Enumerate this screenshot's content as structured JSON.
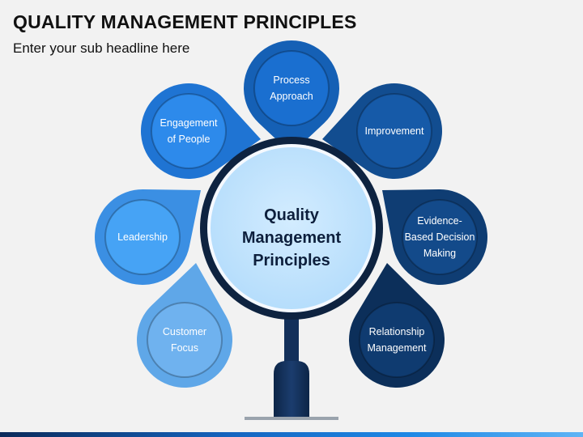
{
  "header": {
    "title": "QUALITY MANAGEMENT PRINCIPLES",
    "subtitle": "Enter your sub headline here"
  },
  "center": {
    "lines": [
      "Quality",
      "Management",
      "Principles"
    ]
  },
  "petals": [
    {
      "id": "customer-focus",
      "lines": [
        "Customer",
        "Focus"
      ],
      "color": "#5fa7e8",
      "inner": "#6fb2ef"
    },
    {
      "id": "leadership",
      "lines": [
        "Leadership"
      ],
      "color": "#3b8fe3",
      "inner": "#46a3f5"
    },
    {
      "id": "engagement-of-people",
      "lines": [
        "Engagement",
        "of People"
      ],
      "color": "#1f74d3",
      "inner": "#2d8aeb"
    },
    {
      "id": "process-approach",
      "lines": [
        "Process",
        "Approach"
      ],
      "color": "#1560b5",
      "inner": "#1a6fd0"
    },
    {
      "id": "improvement",
      "lines": [
        "Improvement"
      ],
      "color": "#124d90",
      "inner": "#165aa8"
    },
    {
      "id": "evidence-based-decision-making",
      "lines": [
        "Evidence-",
        "Based Decision",
        "Making"
      ],
      "color": "#0f3d73",
      "inner": "#134a8a"
    },
    {
      "id": "relationship-management",
      "lines": [
        "Relationship",
        "Management"
      ],
      "color": "#0c2f5a",
      "inner": "#0f3b70"
    }
  ]
}
